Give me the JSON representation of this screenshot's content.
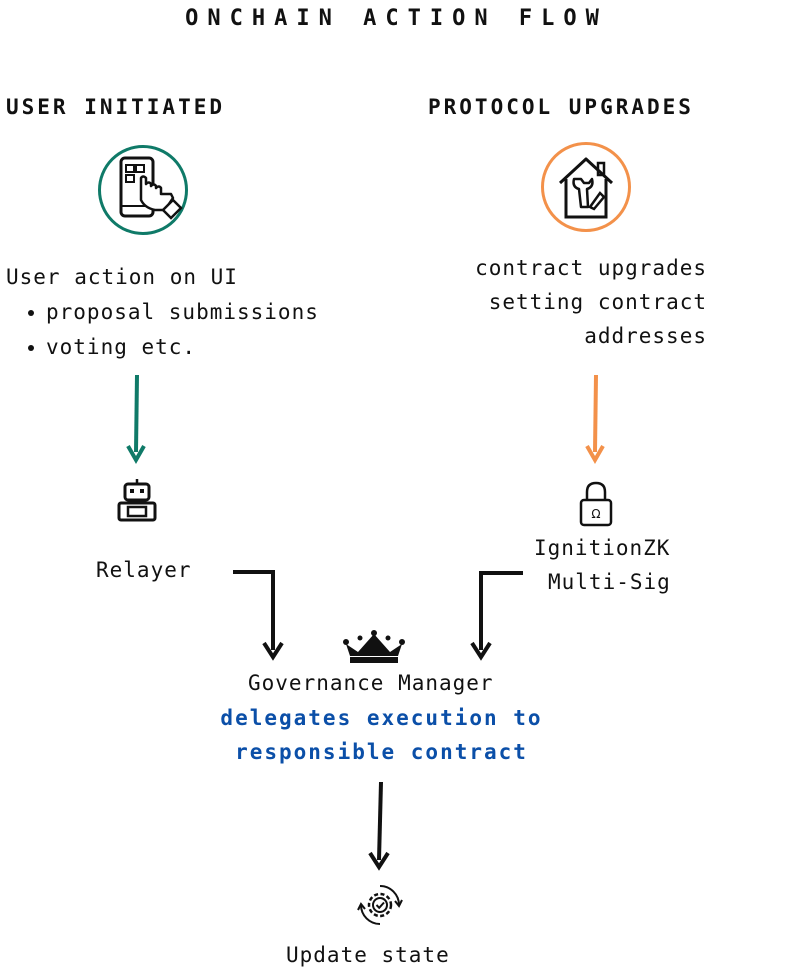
{
  "title": "ONCHAIN ACTION FLOW",
  "left": {
    "heading": "USER INITIATED",
    "action": "User action on UI",
    "bullets": [
      "proposal submissions",
      "voting etc."
    ],
    "relayer_label": "Relayer",
    "accent_color": "#0f7a68"
  },
  "right": {
    "heading": "PROTOCOL UPGRADES",
    "lines": [
      "contract upgrades",
      "setting contract",
      "addresses"
    ],
    "multisig_line1": "IgnitionZK",
    "multisig_line2": "Multi-Sig",
    "accent_color": "#f3914a"
  },
  "center": {
    "manager_label": "Governance Manager",
    "delegates_line1": "delegates execution to",
    "delegates_line2": "responsible contract",
    "update_label": "Update state",
    "delegates_color": "#0b4fa8"
  },
  "icons": [
    "phone-tap-icon",
    "house-wrench-icon",
    "robot-icon",
    "padlock-icon",
    "crown-icon",
    "gear-check-icon"
  ]
}
